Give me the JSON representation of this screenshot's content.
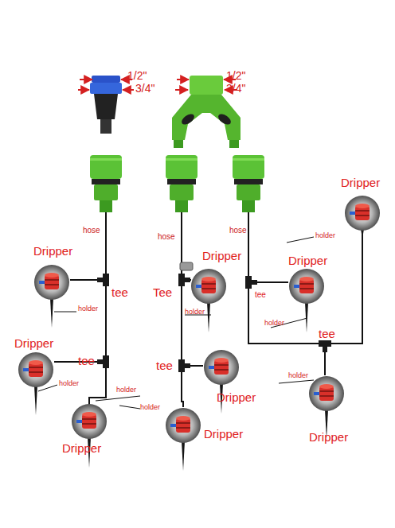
{
  "diagram": {
    "labels": [
      "1/2\"",
      "3/4\"",
      "1/2\"",
      "3/4\"",
      "hose",
      "hose",
      "hose",
      "Dripper",
      "Dripper",
      "Dripper",
      "Dripper",
      "tee",
      "Tee",
      "tee",
      "holder",
      "holder",
      "holder",
      "holder",
      "tee",
      "Dripper",
      "tee",
      "tee",
      "holder",
      "holder",
      "holder",
      "Dripper",
      "holder",
      "Dripper",
      "Dripper",
      "Dripper"
    ]
  }
}
